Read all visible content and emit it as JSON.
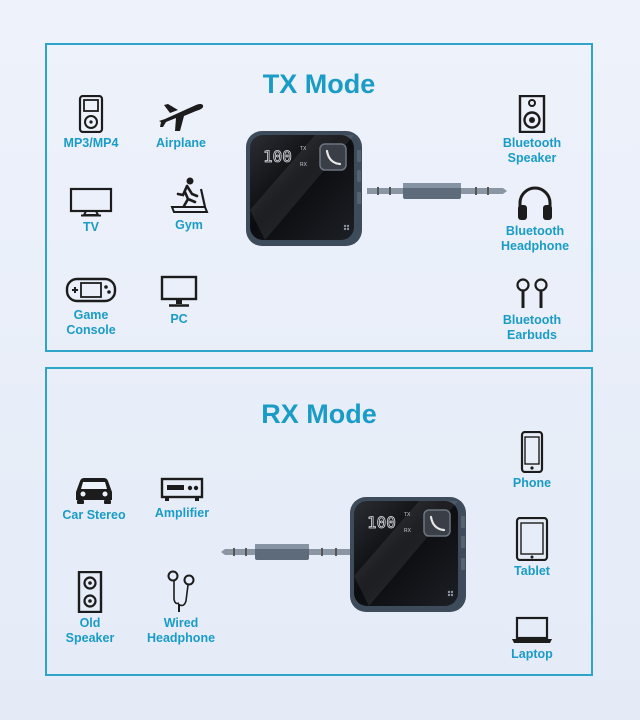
{
  "colors": {
    "accent": "#1a9cc6",
    "icon": "#1c1c1c",
    "border": "#2ea4c9"
  },
  "tx": {
    "title": "TX Mode",
    "sources": [
      {
        "label": "MP3/MP4",
        "icon": "mp3-player-icon"
      },
      {
        "label": "Airplane",
        "icon": "airplane-icon"
      },
      {
        "label": "TV",
        "icon": "tv-icon"
      },
      {
        "label": "Gym",
        "icon": "treadmill-icon"
      },
      {
        "label": "Game\nConsole",
        "icon": "game-console-icon"
      },
      {
        "label": "PC",
        "icon": "pc-monitor-icon"
      }
    ],
    "outputs": [
      {
        "label": "Bluetooth\nSpeaker",
        "icon": "speaker-icon"
      },
      {
        "label": "Bluetooth\nHeadphone",
        "icon": "headphone-icon"
      },
      {
        "label": "Bluetooth\nEarbuds",
        "icon": "earbuds-icon"
      }
    ],
    "display": {
      "digits": "100",
      "tx_label": "TX",
      "rx_label": "RX"
    }
  },
  "rx": {
    "title": "RX Mode",
    "outputs": [
      {
        "label": "Car Stereo",
        "icon": "car-icon"
      },
      {
        "label": "Amplifier",
        "icon": "amplifier-icon"
      },
      {
        "label": "Old\nSpeaker",
        "icon": "old-speaker-icon"
      },
      {
        "label": "Wired\nHeadphone",
        "icon": "wired-earphone-icon"
      }
    ],
    "sources": [
      {
        "label": "Phone",
        "icon": "phone-icon"
      },
      {
        "label": "Tablet",
        "icon": "tablet-icon"
      },
      {
        "label": "Laptop",
        "icon": "laptop-icon"
      }
    ],
    "display": {
      "digits": "100",
      "tx_label": "TX",
      "rx_label": "RX"
    }
  }
}
